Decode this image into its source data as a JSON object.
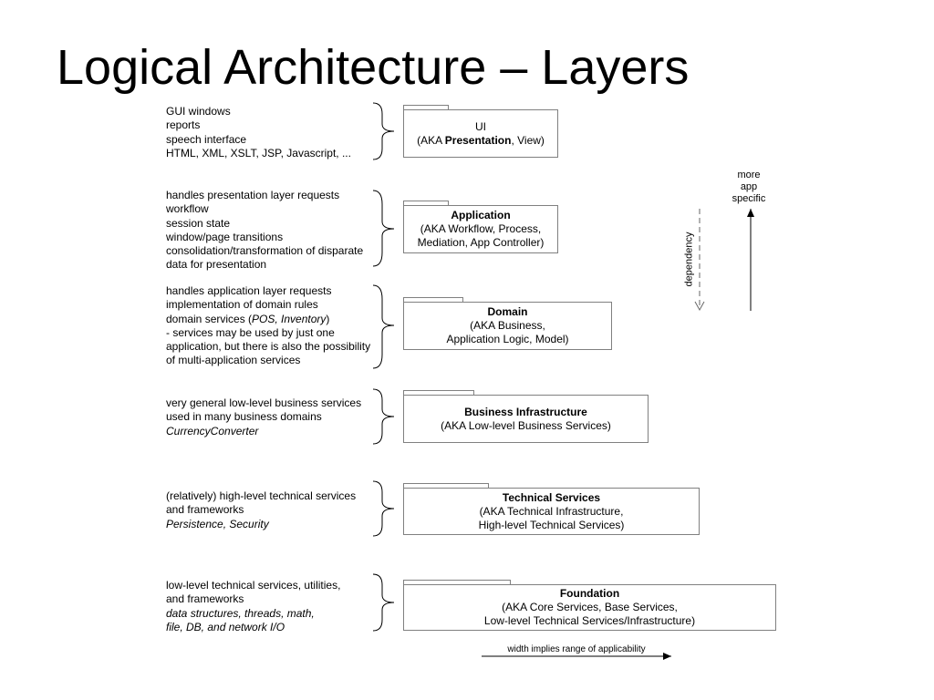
{
  "title": "Logical Architecture – Layers",
  "layers": [
    {
      "notes": [
        "GUI windows",
        "reports",
        "speech interface",
        "HTML, XML, XSLT, JSP, Javascript, ..."
      ],
      "name": "UI",
      "aka_prefix": "(AKA ",
      "aka_bold": "Presentation",
      "aka_suffix": ", View)"
    },
    {
      "notes": [
        "handles presentation layer requests",
        "workflow",
        "session state",
        "window/page transitions",
        "consolidation/transformation of disparate",
        "data for presentation"
      ],
      "name": "Application",
      "aka": [
        "(AKA Workflow, Process,",
        "Mediation, App Controller)"
      ]
    },
    {
      "notes": [
        "handles application layer requests",
        "implementation of domain rules",
        "domain services (",
        "POS, Inventory",
        ")",
        "- services may be used by just one",
        "application, but there is also the possibility",
        "of multi-application services"
      ],
      "name": "Domain",
      "aka": [
        "(AKA Business,",
        "Application Logic, Model)"
      ]
    },
    {
      "notes": [
        "very general low-level business services",
        "used in many business domains",
        "CurrencyConverter"
      ],
      "name": "Business Infrastructure",
      "aka": [
        "(AKA Low-level Business Services)"
      ]
    },
    {
      "notes": [
        "(relatively) high-level technical services",
        "and frameworks",
        "Persistence, Security"
      ],
      "name": "Technical Services",
      "aka": [
        "(AKA Technical Infrastructure,",
        "High-level Technical Services)"
      ]
    },
    {
      "notes": [
        "low-level technical services, utilities,",
        "and frameworks",
        "data structures, threads, math,",
        "file, DB, and network I/O"
      ],
      "name": "Foundation",
      "aka": [
        "(AKA Core Services, Base Services,",
        "Low-level Technical Services/Infrastructure)"
      ]
    }
  ],
  "legend": {
    "more_app_specific": [
      "more",
      "app",
      "specific"
    ],
    "dependency": "dependency",
    "width_note": "width implies  range of applicability"
  }
}
